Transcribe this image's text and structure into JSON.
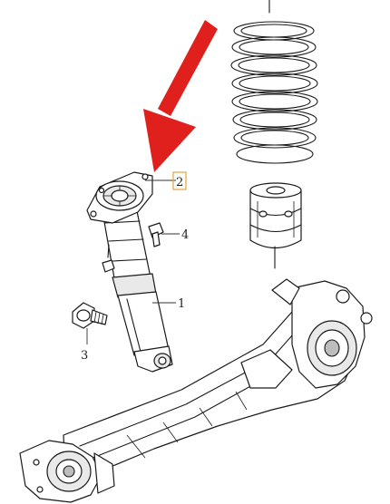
{
  "callouts": {
    "shock_absorber": "1",
    "top_mount": "2",
    "lower_bolt": "3",
    "upper_bolt": "4"
  },
  "colors": {
    "arrow": "#e0201c",
    "highlight_box": "#e8a33a",
    "ink": "#1a1a1a"
  },
  "highlighted_callout": "2"
}
